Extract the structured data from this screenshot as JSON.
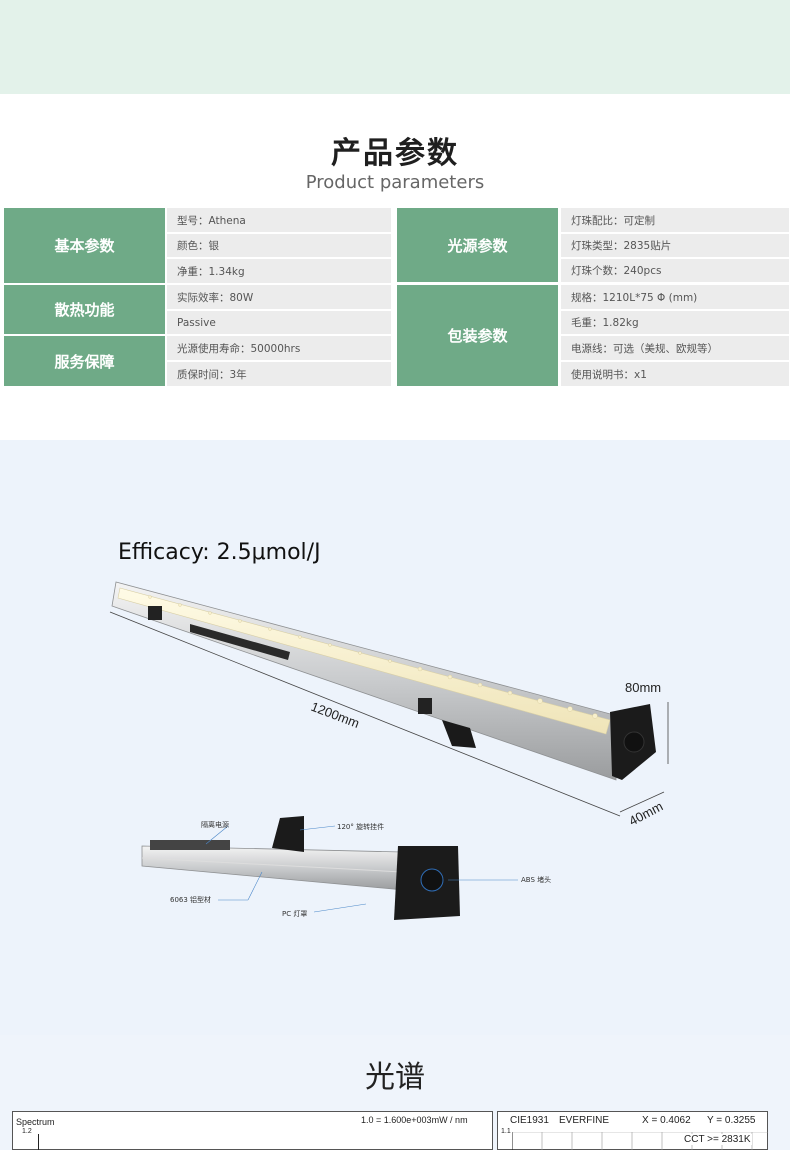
{
  "params": {
    "title_cn": "产品参数",
    "title_en": "Product parameters",
    "groups": {
      "basic": {
        "label": "基本参数",
        "rows": [
          "型号：Athena",
          "颜色：银",
          "净重：1.34kg"
        ]
      },
      "cooling": {
        "label": "散热功能",
        "rows": [
          "实际效率：80W",
          "Passive"
        ]
      },
      "service": {
        "label": "服务保障",
        "rows": [
          "光源使用寿命：50000hrs",
          "质保时间：3年"
        ]
      },
      "light": {
        "label": "光源参数",
        "rows": [
          "灯珠配比：可定制",
          "灯珠类型：2835贴片",
          "灯珠个数：240pcs"
        ]
      },
      "package": {
        "label": "包装参数",
        "rows": [
          "规格：1210L*75 Φ (mm)",
          "毛重：1.82kg",
          "电源线：可选（美规、欧规等）",
          "使用说明书：x1"
        ]
      }
    }
  },
  "product": {
    "efficacy": "Efficacy: 2.5μmol/J",
    "dim_length": "1200mm",
    "dim_height": "80mm",
    "dim_width": "40mm",
    "callouts": {
      "power": "隔离电源",
      "hanger": "120° 旋转挂件",
      "cap": "ABS 堵头",
      "profile": "6063 铝型材",
      "cover": "PC 灯罩"
    }
  },
  "spectrum": {
    "title": "光谱",
    "left_chart": {
      "label": "Spectrum",
      "scale": "1.0 = 1.600e+003mW / nm",
      "y_tick": "1.2"
    },
    "right_chart": {
      "label": "CIE1931",
      "brand": "EVERFINE",
      "x_value": "X = 0.4062",
      "y_value": "Y = 0.3255",
      "y_tick": "1.1",
      "cct": "CCT >= 2831K"
    }
  },
  "colors": {
    "mint_band": "#e3f2ea",
    "green_header": "#6faa87",
    "row_gray": "#ececec",
    "blue_band": "#edf3fb"
  }
}
